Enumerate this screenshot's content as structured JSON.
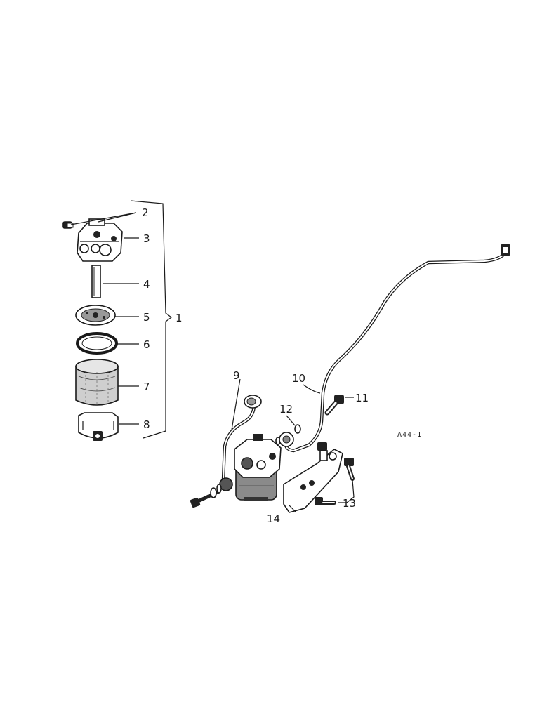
{
  "callouts": {
    "c1": "1",
    "c2": "2",
    "c3": "3",
    "c4": "4",
    "c5": "5",
    "c6": "6",
    "c7": "7",
    "c8": "8",
    "c9": "9",
    "c10": "10",
    "c11": "11",
    "c12": "12",
    "c13": "13",
    "c14": "14"
  },
  "reference_code": "A44-1"
}
